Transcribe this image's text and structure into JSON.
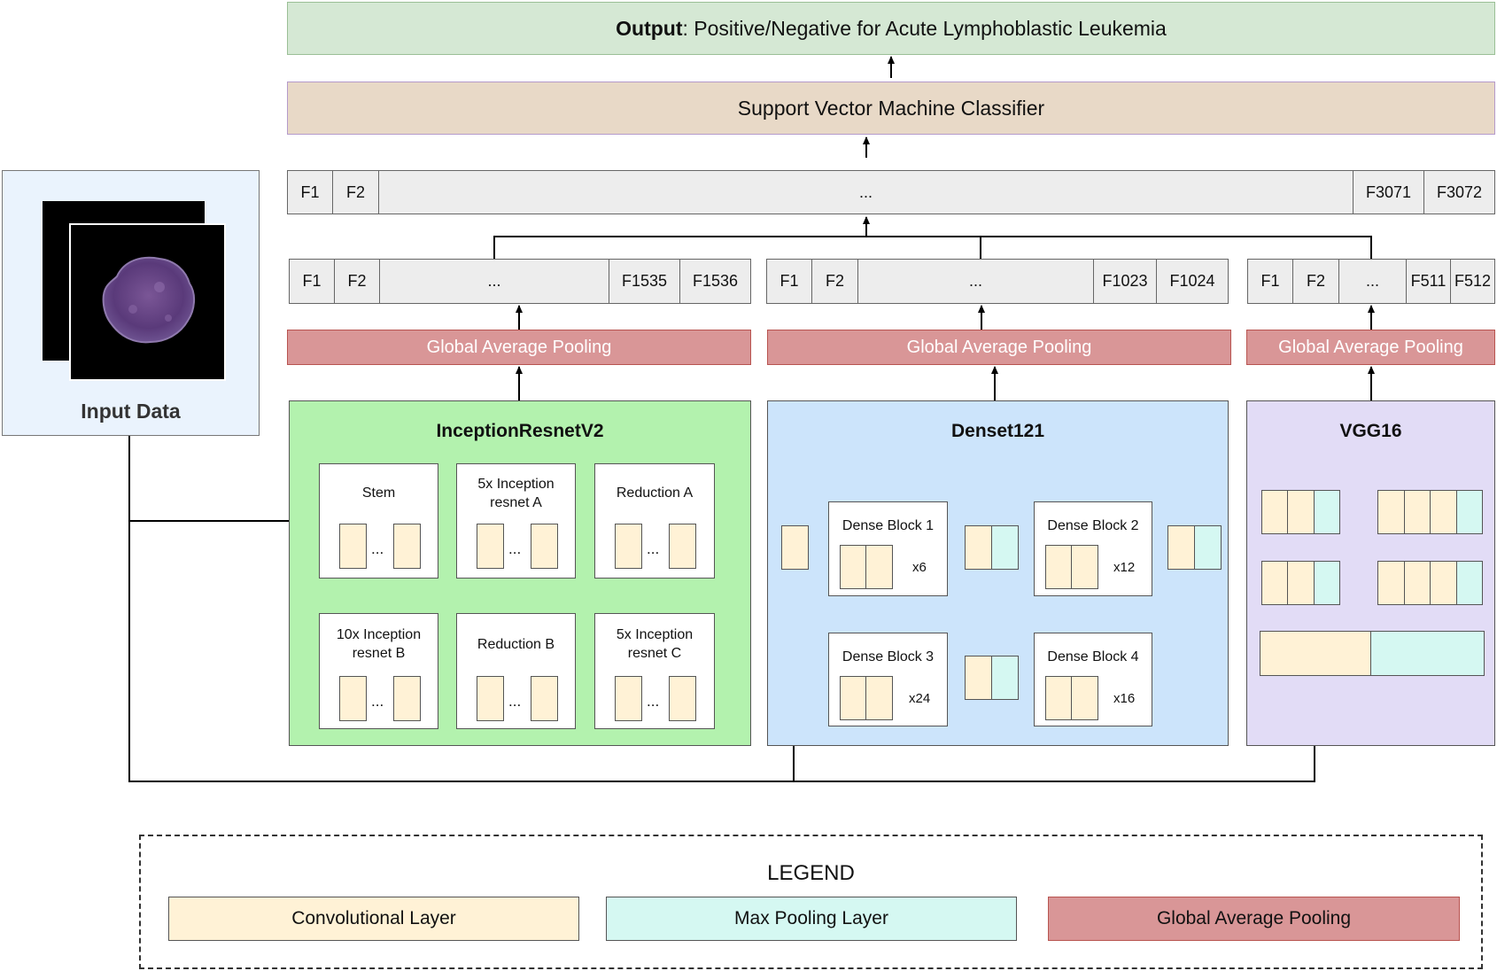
{
  "output": {
    "bold": "Output",
    "rest": ": Positive/Negative for Acute Lymphoblastic Leukemia"
  },
  "classifier": "Support Vector Machine Classifier",
  "combined_features": [
    "F1",
    "F2",
    "...",
    "F3071",
    "F3072"
  ],
  "models": [
    {
      "title": "InceptionResnetV2",
      "pooling": "Global Average Pooling",
      "features": [
        "F1",
        "F2",
        "...",
        "F1535",
        "F1536"
      ],
      "blocks": [
        "Stem",
        "5x Inception resnet A",
        "Reduction A",
        "10x Inception resnet B",
        "Reduction B",
        "5x Inception resnet C"
      ]
    },
    {
      "title": "Denset121",
      "pooling": "Global Average Pooling",
      "features": [
        "F1",
        "F2",
        "...",
        "F1023",
        "F1024"
      ],
      "dense_blocks": [
        {
          "label": "Dense Block 1",
          "repeat": "x6"
        },
        {
          "label": "Dense Block 2",
          "repeat": "x12"
        },
        {
          "label": "Dense Block 3",
          "repeat": "x24"
        },
        {
          "label": "Dense Block 4",
          "repeat": "x16"
        }
      ]
    },
    {
      "title": "VGG16",
      "pooling": "Global Average Pooling",
      "features": [
        "F1",
        "F2",
        "...",
        "F511",
        "F512"
      ]
    }
  ],
  "block_dots": "...",
  "input_label": "Input Data",
  "legend": {
    "title": "LEGEND",
    "items": [
      {
        "label": "Convolutional Layer",
        "color": "#fff2d6"
      },
      {
        "label": "Max Pooling Layer",
        "color": "#d5f8f2"
      },
      {
        "label": "Global Average Pooling",
        "color": "#d99697"
      }
    ]
  },
  "colors": {
    "inception_panel": "#b3f2ae",
    "densenet_panel": "#cce4fb",
    "vgg_panel": "#e2dcf6",
    "output": "#d5e8d4",
    "classifier": "#e8d9c7",
    "feature_bar": "#ededed",
    "input_panel": "#eaf3fd"
  },
  "icons": [
    "cell-image-icon"
  ]
}
